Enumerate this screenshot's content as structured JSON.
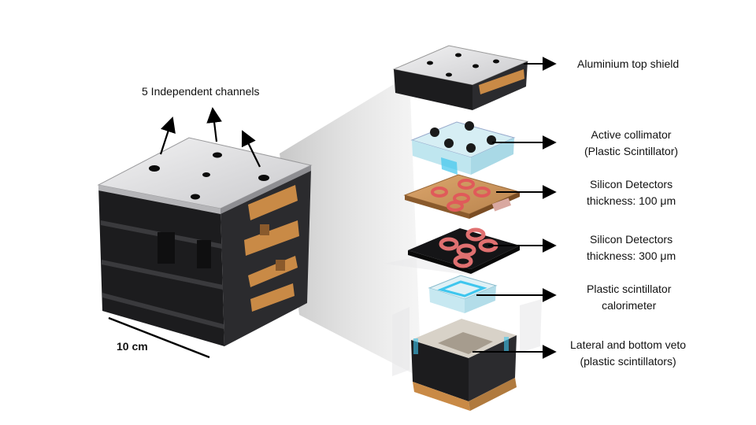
{
  "labels": {
    "channels": "5 Independent channels",
    "scale": "10 cm",
    "layers": [
      {
        "line1": "Aluminium top shield",
        "line2": ""
      },
      {
        "line1": "Active collimator",
        "line2": "(Plastic Scintillator)"
      },
      {
        "line1": "Silicon Detectors",
        "line2": "thickness: 100 μm"
      },
      {
        "line1": "Silicon Detectors",
        "line2": "thickness: 300 μm"
      },
      {
        "line1": "Plastic scintillator",
        "line2": "calorimeter"
      },
      {
        "line1": "Lateral and bottom veto",
        "line2": "(plastic scintillators)"
      }
    ]
  },
  "colors": {
    "housing": "#1c1c1e",
    "top_plate": "#e4e4e6",
    "copper": "#c98a46",
    "pcb": "#c9935a",
    "sensor_ring": "#e05a5a",
    "plastic": "#bfe6ef"
  }
}
